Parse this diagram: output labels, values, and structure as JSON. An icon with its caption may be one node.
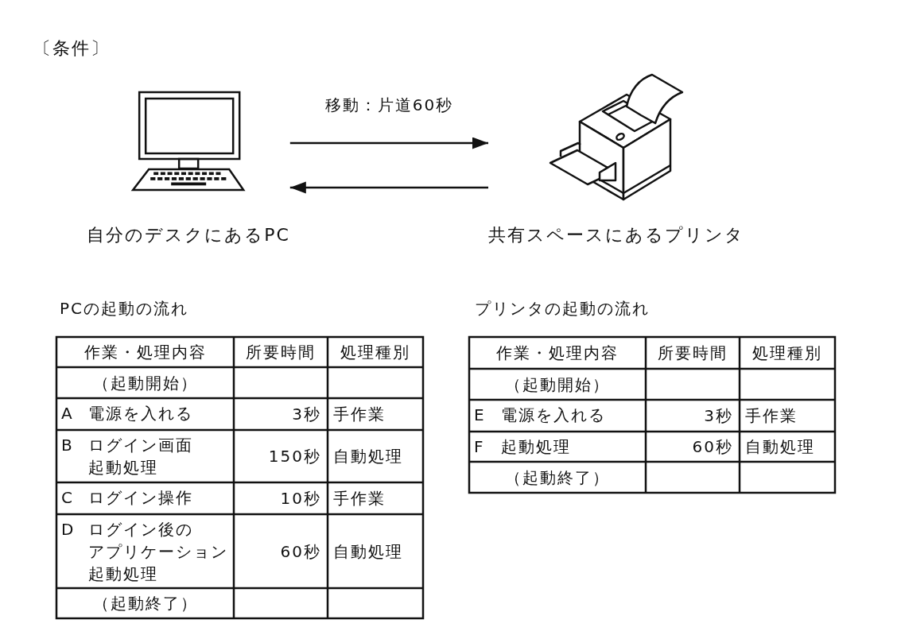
{
  "diagram": {
    "title": "〔条件〕",
    "nodes": [
      {
        "text": [],
        "shape": "picture",
        "beside": [
          "自分のデスクにあるPC"
        ]
      },
      {
        "text": [],
        "shape": "picture",
        "beside": [
          "共有スペースにあるプリンタ"
        ]
      }
    ],
    "edges": [
      {
        "from": 0,
        "to": 1,
        "arrow": "to",
        "label": "移動：片道60秒"
      },
      {
        "from": 1,
        "to": 0,
        "arrow": "to"
      }
    ],
    "labels": [
      "PCの起動の流れ",
      "作業・処理内容",
      "所要時間",
      "処理種別",
      "（起動開始）",
      "A",
      "電源を入れる",
      "3秒",
      "手作業",
      "B",
      "ログイン画面起動処理",
      "150秒",
      "自動処理",
      "C",
      "ログイン操作",
      "10秒",
      "手作業",
      "D",
      "ログイン後のアプリケーション起動処理",
      "60秒",
      "自動処理",
      "（起動終了）",
      "プリンタの起動の流れ",
      "作業・処理内容",
      "所要時間",
      "処理種別",
      "（起動開始）",
      "E",
      "電源を入れる",
      "3秒",
      "手作業",
      "F",
      "起動処理",
      "60秒",
      "自動処理",
      "（起動終了）"
    ]
  }
}
